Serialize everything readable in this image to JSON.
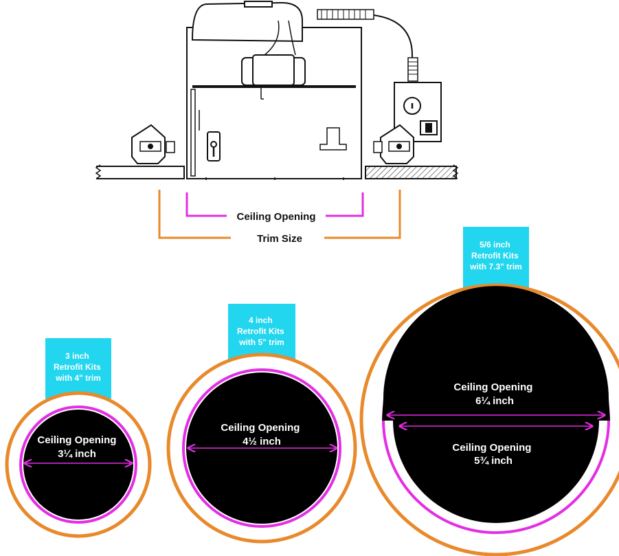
{
  "colors": {
    "trim": "#e8892b",
    "opening": "#e32ee3",
    "badge": "#21d6ee",
    "fill": "#000000",
    "line": "#111111"
  },
  "housing": {
    "ceiling_opening_label": "Ceiling Opening",
    "trim_size_label": "Trim Size"
  },
  "kits": [
    {
      "badge": [
        "3 inch",
        "Retrofit Kits",
        "with 4\" trim"
      ],
      "opening_label": "Ceiling Opening",
      "opening_size": "3¼ inch"
    },
    {
      "badge": [
        "4 inch",
        "Retrofit Kits",
        "with 5\" trim"
      ],
      "opening_label": "Ceiling Opening",
      "opening_size": "4½ inch"
    },
    {
      "badge": [
        "5/6 inch",
        "Retrofit Kits",
        "with 7.3\" trim"
      ],
      "opening_label_top": "Ceiling Opening",
      "opening_size_top": "6¼ inch",
      "opening_label_bottom": "Ceiling Opening",
      "opening_size_bottom": "5¾ inch"
    }
  ]
}
